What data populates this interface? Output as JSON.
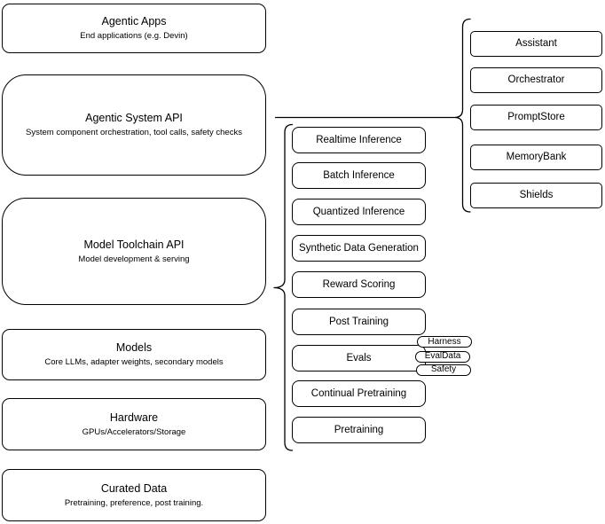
{
  "left_stack": [
    {
      "title": "Agentic Apps",
      "subtitle": "End applications (e.g. Devin)"
    },
    {
      "title": "Agentic System API",
      "subtitle": "System component orchestration, tool calls, safety checks"
    },
    {
      "title": "Model Toolchain API",
      "subtitle": "Model development & serving"
    },
    {
      "title": "Models",
      "subtitle": "Core LLMs, adapter weights, secondary models"
    },
    {
      "title": "Hardware",
      "subtitle": "GPUs/Accelerators/Storage"
    },
    {
      "title": "Curated Data",
      "subtitle": "Pretraining, preference, post training."
    }
  ],
  "toolchain_items": [
    {
      "label": "Realtime Inference"
    },
    {
      "label": "Batch Inference"
    },
    {
      "label": "Quantized Inference"
    },
    {
      "label": "Synthetic Data Generation"
    },
    {
      "label": "Reward Scoring"
    },
    {
      "label": "Post Training"
    },
    {
      "label": "Evals"
    },
    {
      "label": "Continual Pretraining"
    },
    {
      "label": "Pretraining"
    }
  ],
  "eval_tags": [
    {
      "label": "Harness"
    },
    {
      "label": "EvalData"
    },
    {
      "label": "Safety"
    }
  ],
  "system_components": [
    {
      "label": "Assistant"
    },
    {
      "label": "Orchestrator"
    },
    {
      "label": "PromptStore"
    },
    {
      "label": "MemoryBank"
    },
    {
      "label": "Shields"
    }
  ],
  "colors": {
    "stroke": "#000000",
    "background": "#ffffff",
    "text": "#000000"
  }
}
